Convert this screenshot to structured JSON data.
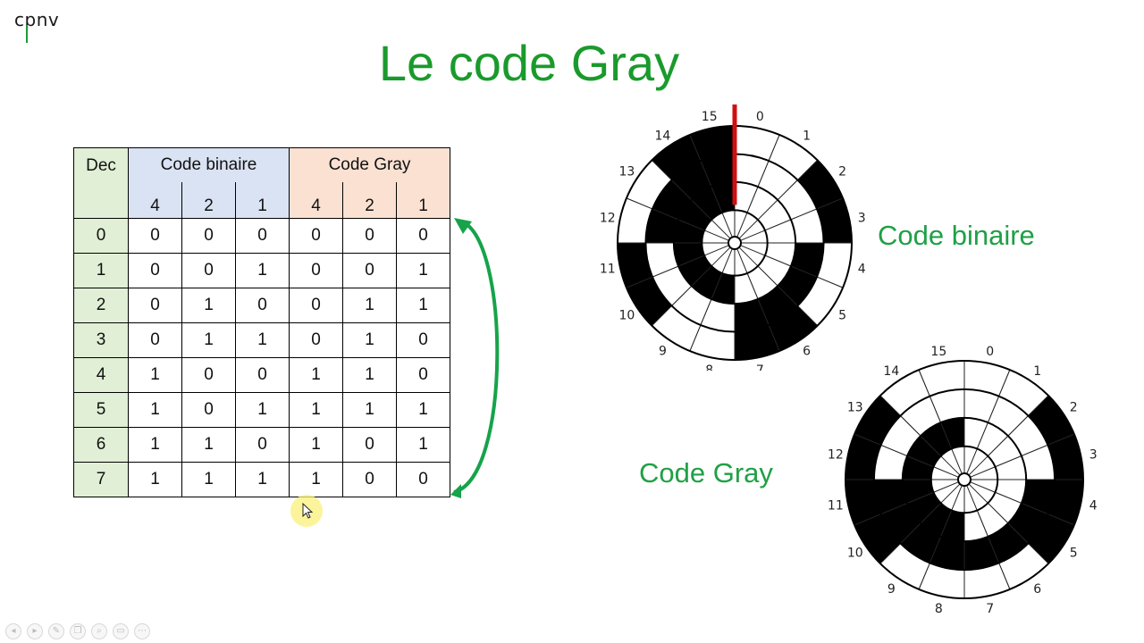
{
  "logo": {
    "text": "cpnv"
  },
  "title": "Le code Gray",
  "table": {
    "dec_header": "Dec",
    "binary_header": "Code binaire",
    "gray_header": "Code Gray",
    "bit_headers": [
      "4",
      "2",
      "1"
    ],
    "rows": [
      {
        "dec": "0",
        "bin": [
          "0",
          "0",
          "0"
        ],
        "gray": [
          "0",
          "0",
          "0"
        ]
      },
      {
        "dec": "1",
        "bin": [
          "0",
          "0",
          "1"
        ],
        "gray": [
          "0",
          "0",
          "1"
        ]
      },
      {
        "dec": "2",
        "bin": [
          "0",
          "1",
          "0"
        ],
        "gray": [
          "0",
          "1",
          "1"
        ]
      },
      {
        "dec": "3",
        "bin": [
          "0",
          "1",
          "1"
        ],
        "gray": [
          "0",
          "1",
          "0"
        ]
      },
      {
        "dec": "4",
        "bin": [
          "1",
          "0",
          "0"
        ],
        "gray": [
          "1",
          "1",
          "0"
        ]
      },
      {
        "dec": "5",
        "bin": [
          "1",
          "0",
          "1"
        ],
        "gray": [
          "1",
          "1",
          "1"
        ]
      },
      {
        "dec": "6",
        "bin": [
          "1",
          "1",
          "0"
        ],
        "gray": [
          "1",
          "0",
          "1"
        ]
      },
      {
        "dec": "7",
        "bin": [
          "1",
          "1",
          "1"
        ],
        "gray": [
          "1",
          "0",
          "0"
        ]
      }
    ]
  },
  "labels": {
    "binary_disk": "Code binaire",
    "gray_disk": "Code Gray"
  },
  "disk_numbers": [
    "0",
    "1",
    "2",
    "3",
    "4",
    "5",
    "6",
    "7",
    "8",
    "9",
    "10",
    "11",
    "12",
    "13",
    "14",
    "15"
  ],
  "colors": {
    "title": "#1a9a2c",
    "label": "#1fa046",
    "arrow": "#16a34a",
    "indicator": "#d01010",
    "dec_bg": "#e0efd5",
    "binary_bg": "#dae3f3",
    "gray_bg": "#fbe1d2"
  },
  "toolbar_icons": [
    "prev-icon",
    "next-icon",
    "pen-icon",
    "copy-icon",
    "zoom-icon",
    "subtitle-icon",
    "more-icon"
  ]
}
